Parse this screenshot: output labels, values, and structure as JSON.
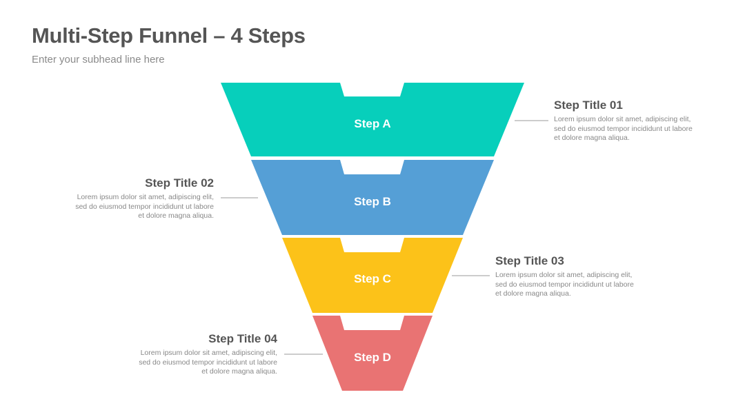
{
  "header": {
    "title": "Multi-Step Funnel – 4 Steps",
    "subtitle": "Enter your subhead line here"
  },
  "funnel": {
    "steps": [
      {
        "label": "Step A",
        "color": "#07CFBB",
        "title": "Step Title 01",
        "body": [
          "Lorem ipsum dolor sit amet, adipiscing elit,",
          "sed do eiusmod tempor incididunt ut labore",
          "et dolore magna aliqua."
        ]
      },
      {
        "label": "Step B",
        "color": "#559FD6",
        "title": "Step Title 02",
        "body": [
          "Lorem ipsum dolor sit amet, adipiscing elit,",
          "sed do eiusmod tempor incididunt ut labore",
          "et dolore magna aliqua."
        ]
      },
      {
        "label": "Step C",
        "color": "#FCC219",
        "title": "Step Title 03",
        "body": [
          "Lorem ipsum dolor sit amet, adipiscing elit,",
          "sed do eiusmod tempor incididunt ut labore",
          "et dolore magna aliqua."
        ]
      },
      {
        "label": "Step D",
        "color": "#E97373",
        "title": "Step Title 04",
        "body": [
          "Lorem ipsum dolor sit amet, adipiscing elit,",
          "sed do eiusmod tempor incididunt ut labore",
          "et dolore magna aliqua."
        ]
      }
    ],
    "connector_color": "#9a9a9a"
  }
}
